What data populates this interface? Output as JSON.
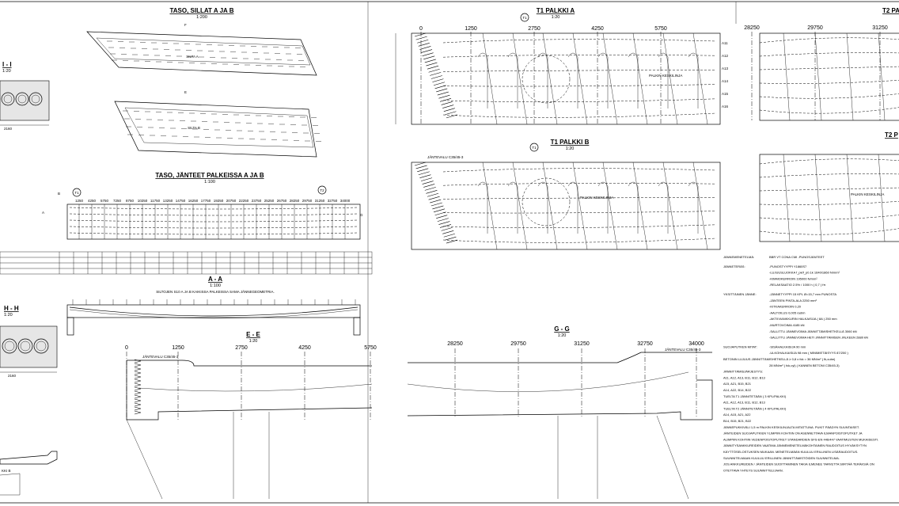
{
  "plan_bridges": {
    "title": "TASO, SILLAT A JA B",
    "scale": "1:200",
    "deck_a": "SILTA A",
    "deck_b": "SILTA B"
  },
  "plan_tendons": {
    "title": "TASO, JÄNTEET PALKEISSA A JA B",
    "scale": "1:100",
    "stations": [
      "1250",
      "4250",
      "5750",
      "7250",
      "8750",
      "10250",
      "11750",
      "13250",
      "14750",
      "16250",
      "17750",
      "19250",
      "20750",
      "22250",
      "23750",
      "25250",
      "26750",
      "28250",
      "29750",
      "31250",
      "32750",
      "34000"
    ],
    "support_t1": "T1",
    "support_t2": "T2"
  },
  "section_aa": {
    "title": "A - A",
    "scale": "1:100",
    "note": "SILTOJEN S10 A JA B KAIKISSA PALKEISSA SAMA JÄNNEGEOMETRIA."
  },
  "section_hh": {
    "title": "H - H",
    "scale": "1:20",
    "width": "2160"
  },
  "section_ii": {
    "title": "I - I",
    "scale": "1:20",
    "width": "2160"
  },
  "section_ee": {
    "title": "E - E",
    "scale": "1:20",
    "stations": [
      "0",
      "1250",
      "2750",
      "4250",
      "5750"
    ],
    "anchor": "JÄNTEVALU C35/45-3"
  },
  "section_gg": {
    "title": "G - G",
    "scale": "1:20",
    "stations": [
      "28250",
      "29750",
      "31250",
      "32750",
      "34000"
    ],
    "anchor": "JÄNTEVALU C35/45-3"
  },
  "beam_t1a": {
    "title": "T1 PALKKI A",
    "scale": "1:20",
    "stations": [
      "0",
      "1250",
      "2750",
      "4250",
      "5750"
    ],
    "centerline": "PALKIN KESKILINJA"
  },
  "beam_t1b": {
    "title": "T1 PALKKI B",
    "scale": "1:20",
    "anchor": "JÄNTEVALU C35/45-3",
    "centerline": "PALKIN KESKILINJA"
  },
  "beam_t2a": {
    "title": "T2 PA",
    "stations": [
      "28250",
      "29750",
      "31250"
    ]
  },
  "beam_t2b": {
    "title": "T2 P",
    "centerline": "PALKIN KESKILINJA"
  },
  "labels": [
    "A11",
    "A12",
    "A13",
    "A14",
    "A15",
    "A16"
  ],
  "notes": [
    {
      "k": "JÄNNEMENETELMÄ:",
      "v": "BBR VT CONA CMI -PUNOSJÄNTEET"
    },
    {
      "k": "JÄNNETERÄS:",
      "v": "-PUNOSTYYPPI Y1860S7"
    },
    {
      "k": "",
      "v": "-LUJUUSLUOKKA f_pk/f_p0.1k 1640/1860 N/mm²"
    },
    {
      "k": "",
      "v": "-KIMMOKERROIN 195000 N/mm²"
    },
    {
      "k": "",
      "v": "-RELAKSAATIO 2.5% / 1000 h ( 0,7 ) fπ"
    },
    {
      "k": "YKSITTÄINEN JÄNNE:",
      "v": "-JÄNNETYYPPI 15 KPL Ø=15,7 mm PUNOSTA"
    },
    {
      "k": "",
      "v": "-JÄNTEEN PINTA-ALA 2250 mm²"
    },
    {
      "k": "",
      "v": "-KITKAKERROIN 0,20"
    },
    {
      "k": "",
      "v": "-AALTOILUS 0,005 rad/m"
    },
    {
      "k": "",
      "v": "-AKTIIVIANKKURIN HALKAISIJA ( 8A ) 250 mm"
    },
    {
      "k": "",
      "v": "-MURTOVOIMA 4185 kN"
    },
    {
      "k": "",
      "v": "-SALLITTU JÄNNEVOIMA JÄNNITTÄMISHETKELLÄ 3060 kN"
    },
    {
      "k": "",
      "v": "-SALLITTU JÄNNEVOIMA HETI JÄNNITTÄMISEN JÄLKEEN 2880 kN"
    },
    {
      "k": "SUOJAPUTKEN MITAT:",
      "v": "-SISÄHALKAISIJA 90 mm"
    },
    {
      "k": "",
      "v": "-ULKOHALKAISIJA 98 mm ( MINIMIETÄISYYS 87/200 )"
    },
    {
      "k": "",
      "v": "BETONIN LUJUUS JÄNNITTÄMISHETKELLÄ ≥ 0,8 x fck = 36 MN/m² ( fk,cube)"
    },
    {
      "k": "",
      "v": "28 MN/m² ( fck,cyl) ( KANNEN BETONI C35/45-3)"
    },
    {
      "k": "",
      "v": "JÄNNITTÄMISJÄRJESTYS:"
    },
    {
      "k": "",
      "v": "A11, A12, A13, B11, B12, B13"
    },
    {
      "k": "",
      "v": "A15, A21, B15, B21"
    },
    {
      "k": "",
      "v": "A14, A22, B14, B22"
    },
    {
      "k": "",
      "v": "TUELTA T1 JÄNNITETÄÄN ( 3 KPL/PALKKI)"
    },
    {
      "k": "",
      "v": "A11, A12, A13, B11, B12, B13"
    },
    {
      "k": "",
      "v": "TUELTA T2 JÄNNITETÄÄN ( 4 KPL/PALKKI)"
    },
    {
      "k": "",
      "v": "A14, A15, A21, A22"
    },
    {
      "k": "",
      "v": "B14, B15, B21, B22"
    },
    {
      "k": "",
      "v": "JÄNNEPUKKIVÄLI 1,5 m PALKIN KESKILINJALTA MITATTUNA. PUKIT PÄÄDYN SUUNTAISET."
    },
    {
      "k": "",
      "v": "JÄNTEIDEN SUOJAPUTKIEN YLIMPIIN KOHTIIN ON ASENNETTAVA ILMANPOISTOPUTKET JA"
    },
    {
      "k": "",
      "v": "ALIMPIIN KOHTIIN VEDENPOISTOPUTKET STANDARDIEN SFS-EN 446/447 VAATIMUSTEN MUKAISESTI."
    },
    {
      "k": "",
      "v": "JÄNNITYSANKKUREIDEN VAATIMA JÄNNEMENETELMÄKOHTAINEN RAUDOITUS HYVÄKSYTYN"
    },
    {
      "k": "",
      "v": "KÄYTTÖSELOSTUKSEN MUKAAN. MENETELMÄÄN KUULUU ERILLINEN LISÄRAUDOITUS."
    },
    {
      "k": "",
      "v": "SUUNNITELMAAN KUULUU ERILLINEN JÄNNITTÄMISTÖIDEN SUUNNITELMA."
    },
    {
      "k": "",
      "v": "JOS ANKKUREIDEN / JÄNTEIDEN SIJOITTAMINEN TAKIA ILMENEE TARVETTA SIIRTÄÄ TERÄKSIÄ ON"
    },
    {
      "k": "",
      "v": "OTETTAVA YHTEYS SUUNNITTELIJAAN."
    }
  ]
}
